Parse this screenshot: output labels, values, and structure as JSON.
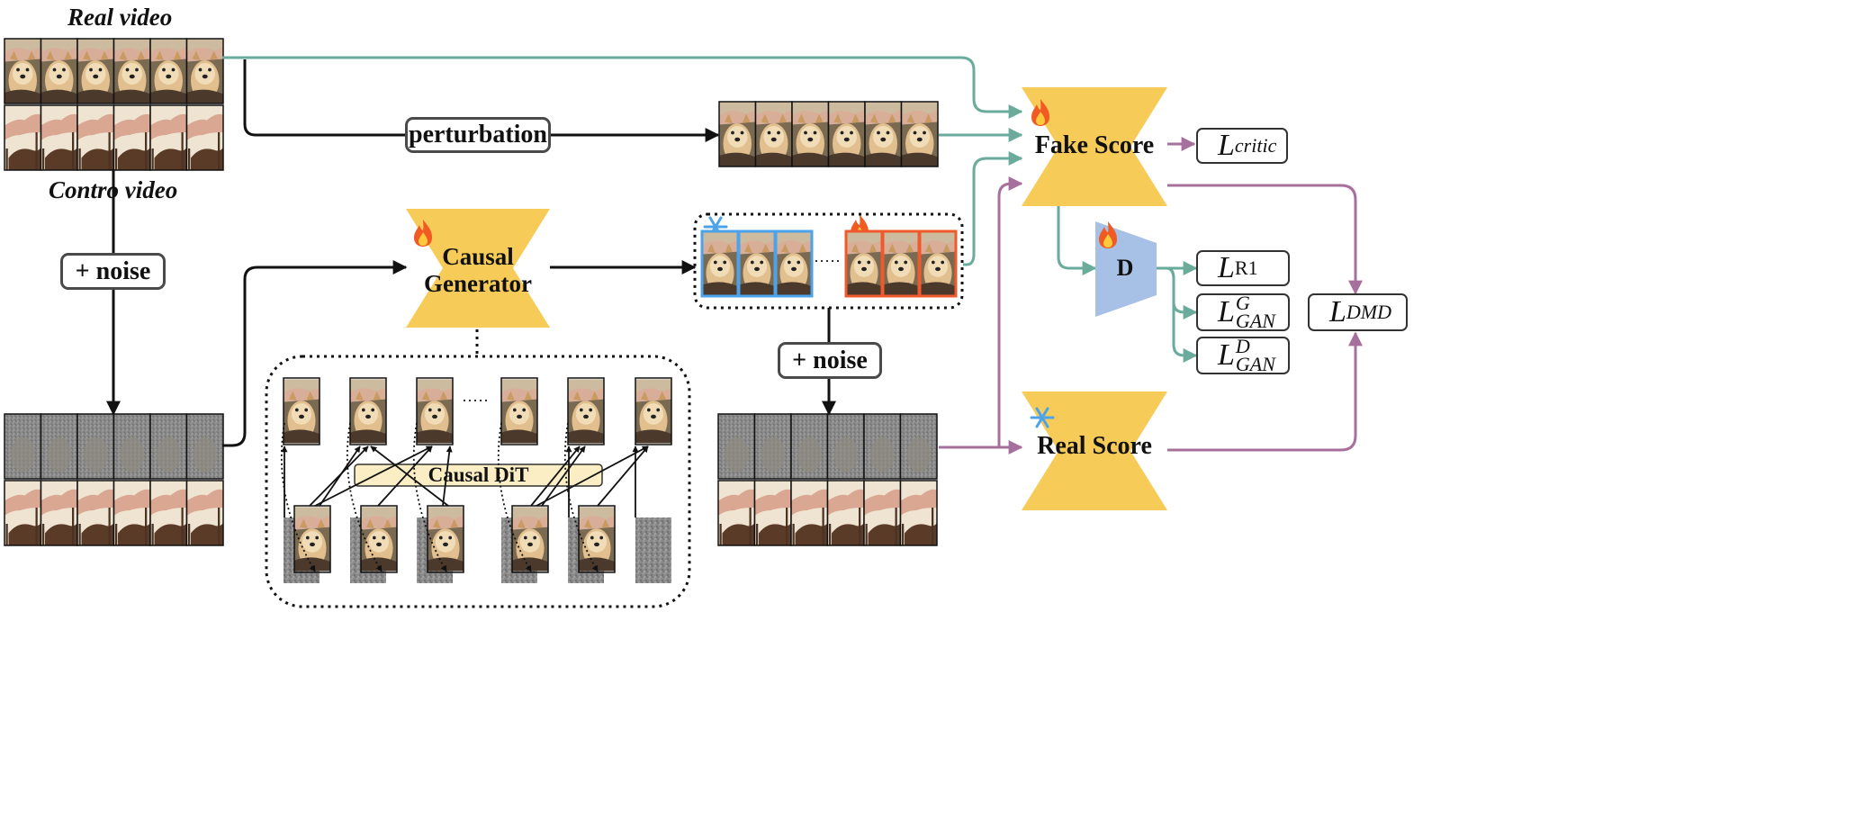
{
  "labels": {
    "real_video": "Real video",
    "contro_video": "Contro video"
  },
  "ops": {
    "perturbation": "perturbation",
    "noise_left": "+ noise",
    "noise_right": "+ noise"
  },
  "networks": {
    "generator_line1": "Causal",
    "generator_line2": "Generator",
    "fake_score": "Fake Score",
    "real_score": "Real Score",
    "discriminator": "D",
    "causal_dit": "Causal DiT"
  },
  "losses": {
    "critic": {
      "base": "L",
      "sub": "critic"
    },
    "r1": {
      "base": "L",
      "sub": "R1"
    },
    "gan_g": {
      "base": "L",
      "sup": "G",
      "sub": "GAN"
    },
    "gan_d": {
      "base": "L",
      "sup": "D",
      "sub": "GAN"
    },
    "dmd": {
      "base": "L",
      "sub": "DMD"
    }
  },
  "icons": {
    "trainable": "flame-icon",
    "frozen": "snowflake-icon"
  },
  "colors": {
    "network_fill": "#f6cb57",
    "discriminator_fill": "#a7c0e6",
    "teal_arrow": "#6aab9c",
    "purple_arrow": "#a7709c",
    "frozen_frame": "#4da3ea",
    "trainable_frame": "#ee5a2b",
    "dit_bar": "#fbeec4"
  }
}
